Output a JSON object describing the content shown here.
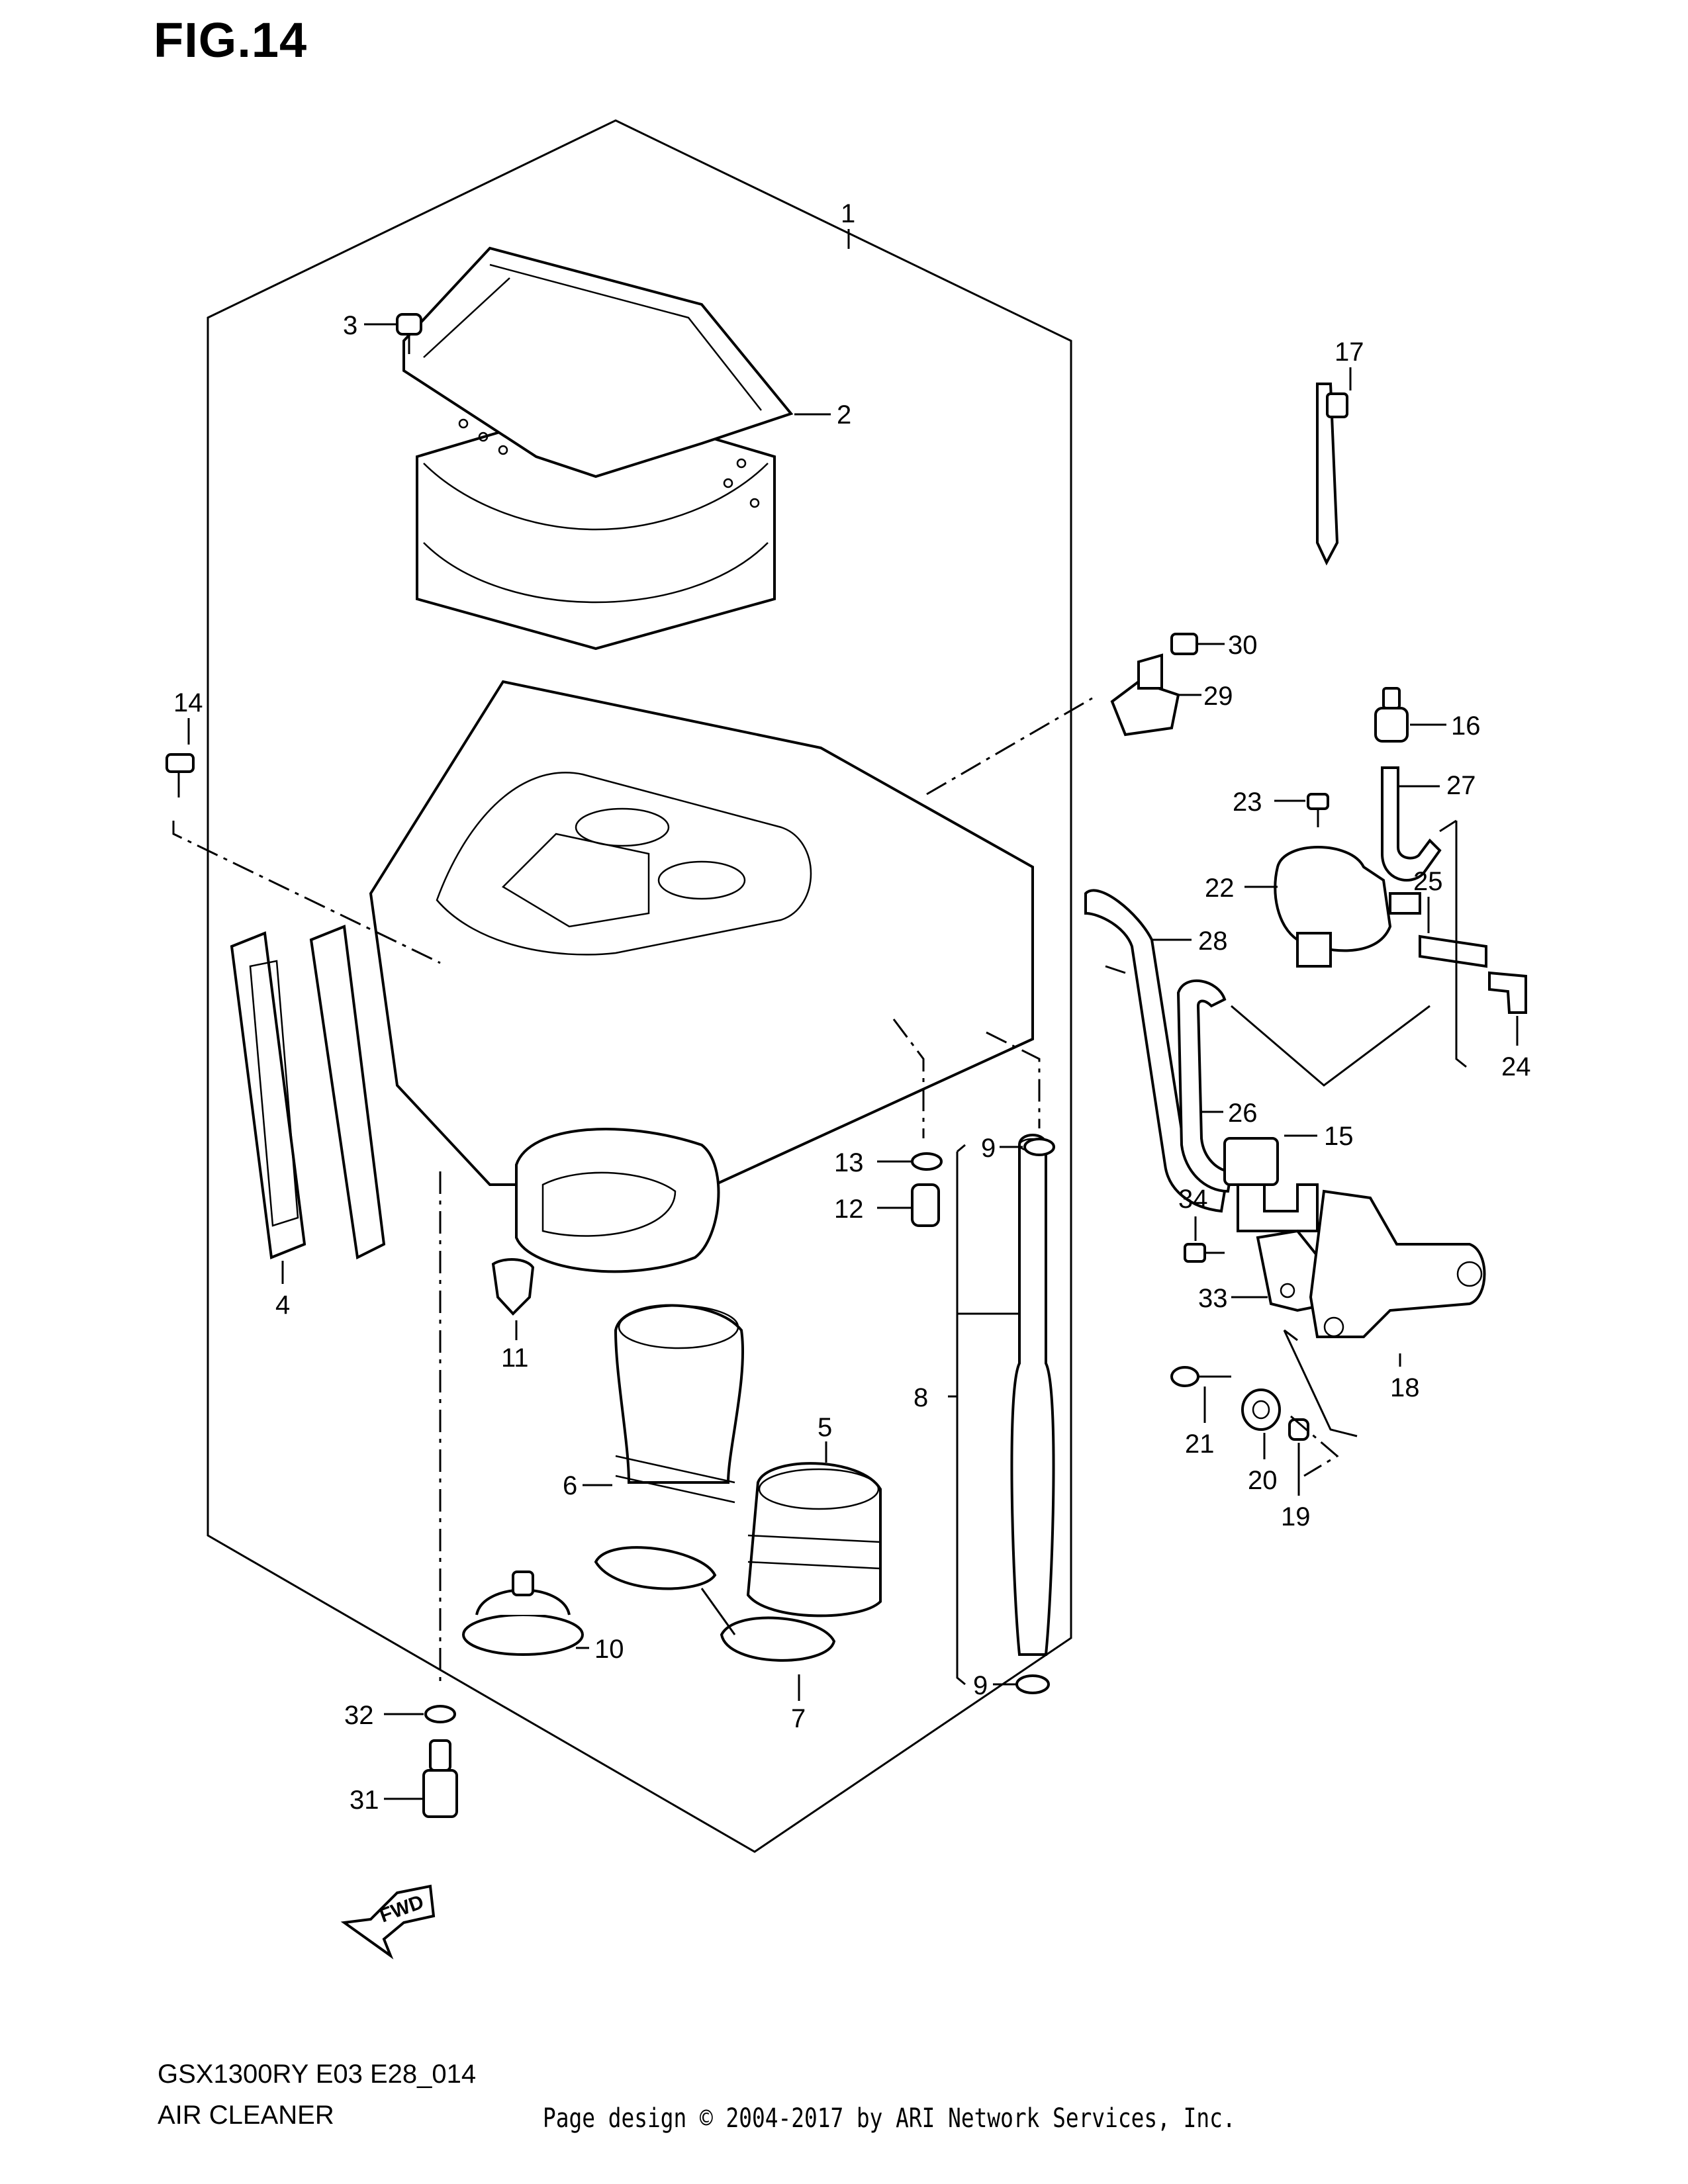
{
  "figure": {
    "title": "FIG.14",
    "model_code": "GSX1300RY E03 E28_014",
    "section_name": "AIR CLEANER",
    "copyright": "Page design © 2004-2017 by ARI Network Services, Inc.",
    "direction_label": "FWD"
  },
  "callouts": {
    "c1": "1",
    "c2": "2",
    "c3": "3",
    "c4": "4",
    "c5": "5",
    "c6": "6",
    "c7": "7",
    "c8": "8",
    "c9a": "9",
    "c9b": "9",
    "c10": "10",
    "c11": "11",
    "c12": "12",
    "c13": "13",
    "c14": "14",
    "c15": "15",
    "c16": "16",
    "c17": "17",
    "c18": "18",
    "c19": "19",
    "c20": "20",
    "c21": "21",
    "c22": "22",
    "c23": "23",
    "c24": "24",
    "c25": "25",
    "c26": "26",
    "c27": "27",
    "c28": "28",
    "c29": "29",
    "c30": "30",
    "c31": "31",
    "c32": "32",
    "c33": "33",
    "c34": "34"
  }
}
